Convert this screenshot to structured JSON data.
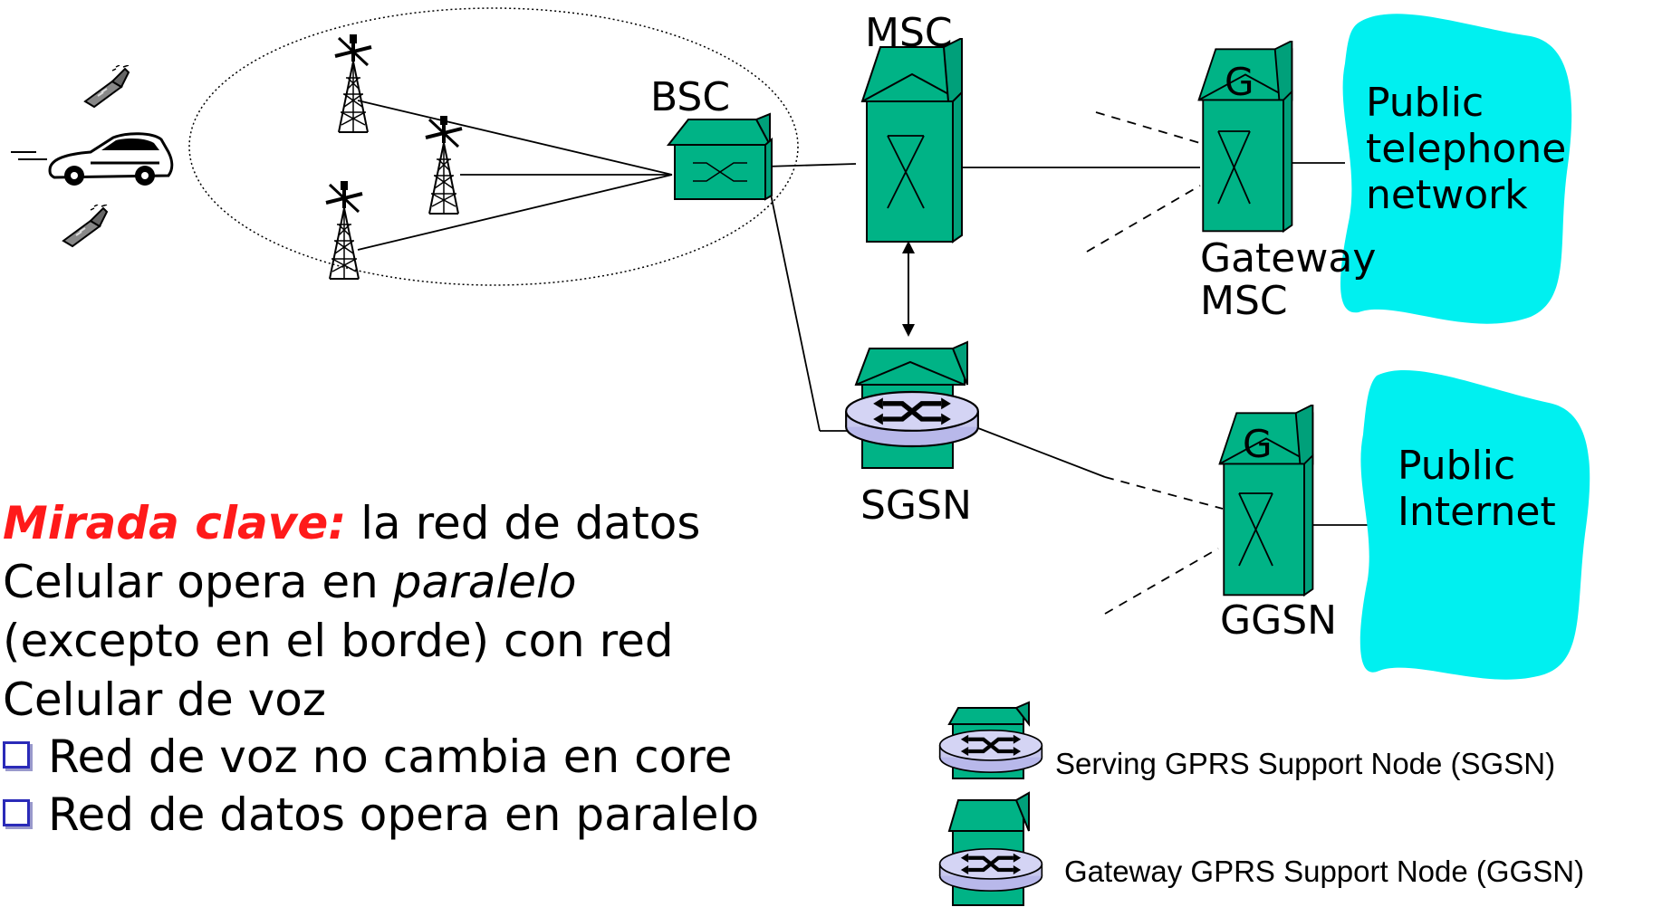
{
  "labels": {
    "msc": "MSC",
    "bsc": "BSC",
    "gateway_g": "G",
    "ggsn_g": "G",
    "gateway_msc_line1": "Gateway",
    "gateway_msc_line2": "MSC",
    "sgsn": "SGSN",
    "ggsn": "GGSN",
    "public_telephone": [
      "Public",
      "telephone",
      "network"
    ],
    "public_internet": [
      "Public",
      "Internet"
    ]
  },
  "text_block": {
    "key_phrase": "Mirada clave:",
    "line1_rest": " la red de datos",
    "line2_a": "Celular opera en ",
    "line2_italic": "paralelo",
    "line3": "(excepto en el borde) con red",
    "line4": "Celular de voz",
    "bullets": [
      "Red de voz no cambia en core",
      "Red de datos opera en paralelo"
    ]
  },
  "legend": {
    "sgsn": "Serving GPRS Support Node (SGSN)",
    "ggsn": "Gateway GPRS Support Node (GGSN)"
  },
  "colors": {
    "node_green": "#00b386",
    "cloud_cyan": "#00f0f0",
    "router_lavender": "#c8c8ee",
    "key_red": "#ff1a1a",
    "bullet_blue": "#2a2ab8"
  },
  "icons": [
    "cell-phone-icon",
    "car-icon",
    "antenna-tower-icon",
    "switch-building-icon",
    "router-building-icon",
    "cloud-icon"
  ]
}
